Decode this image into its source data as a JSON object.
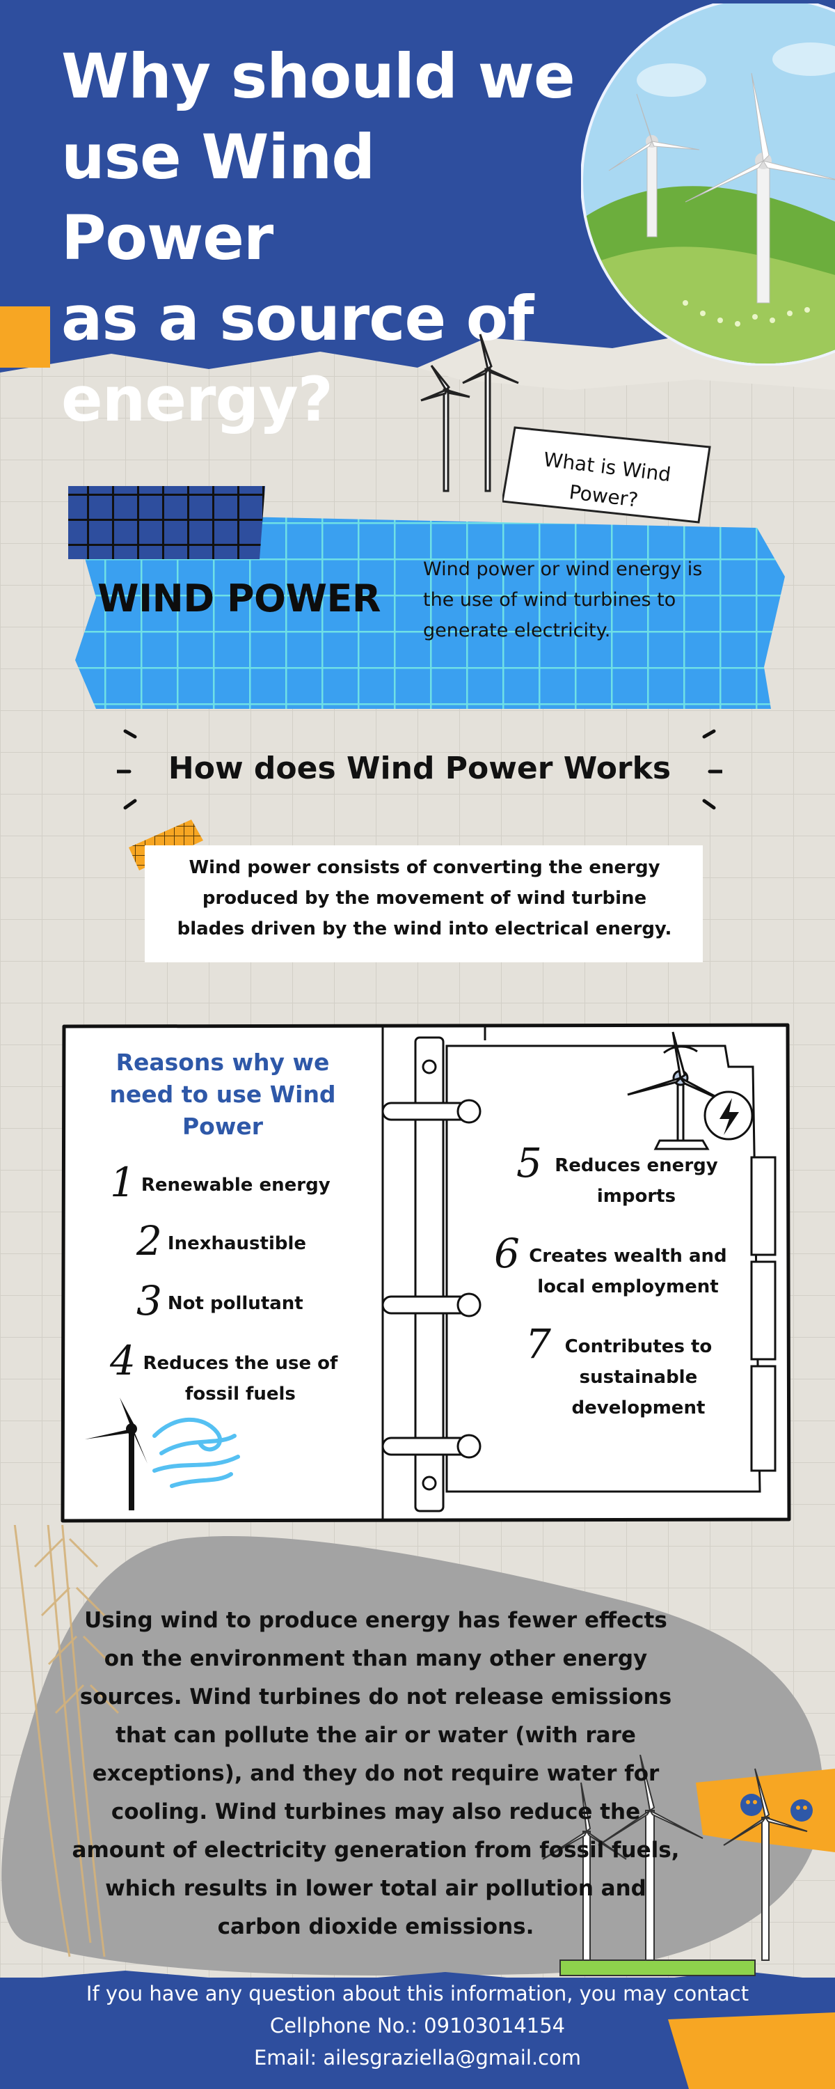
{
  "header": {
    "title_lines": [
      "Why should we",
      "use Wind Power",
      "as a source of",
      "energy?"
    ]
  },
  "intro": {
    "note_label": "What is Wind Power?",
    "heading": "WIND POWER",
    "definition": "Wind power or wind energy is the use of wind turbines to generate electricity."
  },
  "how": {
    "heading": "How does Wind Power Works",
    "text": "Wind power consists of converting the energy produced by the movement of wind turbine blades driven by the wind into electrical energy."
  },
  "reasons": {
    "title": "Reasons why we need to use Wind Power",
    "items": [
      {
        "num": "1",
        "text": "Renewable energy"
      },
      {
        "num": "2",
        "text": "Inexhaustible"
      },
      {
        "num": "3",
        "text": "Not pollutant"
      },
      {
        "num": "4",
        "text": "Reduces the use of fossil fuels"
      },
      {
        "num": "5",
        "text": "Reduces energy imports"
      },
      {
        "num": "6",
        "text": "Creates wealth and local employment"
      },
      {
        "num": "7",
        "text": "Contributes to sustainable development"
      }
    ]
  },
  "summary": {
    "text": "Using wind to produce energy has fewer effects on the environment than many other energy sources. Wind turbines do not release emissions that can pollute the air or water (with rare exceptions), and they do not require water for cooling. Wind turbines may also reduce the amount of electricity generation from fossil fuels, which results in lower total air pollution and carbon dioxide emissions."
  },
  "footer": {
    "line1": "If you have any question about this information, you may contact",
    "line2": "Cellphone No.: 09103014154",
    "line3": "Email: ailesgraziella@gmail.com"
  },
  "colors": {
    "navy": "#2e4e9e",
    "blue_tape": "#3aa0f0",
    "orange": "#f7a623",
    "reasons_title": "#2e58a8"
  },
  "icons": [
    "wind-turbine-icon",
    "wind-wave-icon",
    "lightning-icon",
    "smiley-icon"
  ]
}
